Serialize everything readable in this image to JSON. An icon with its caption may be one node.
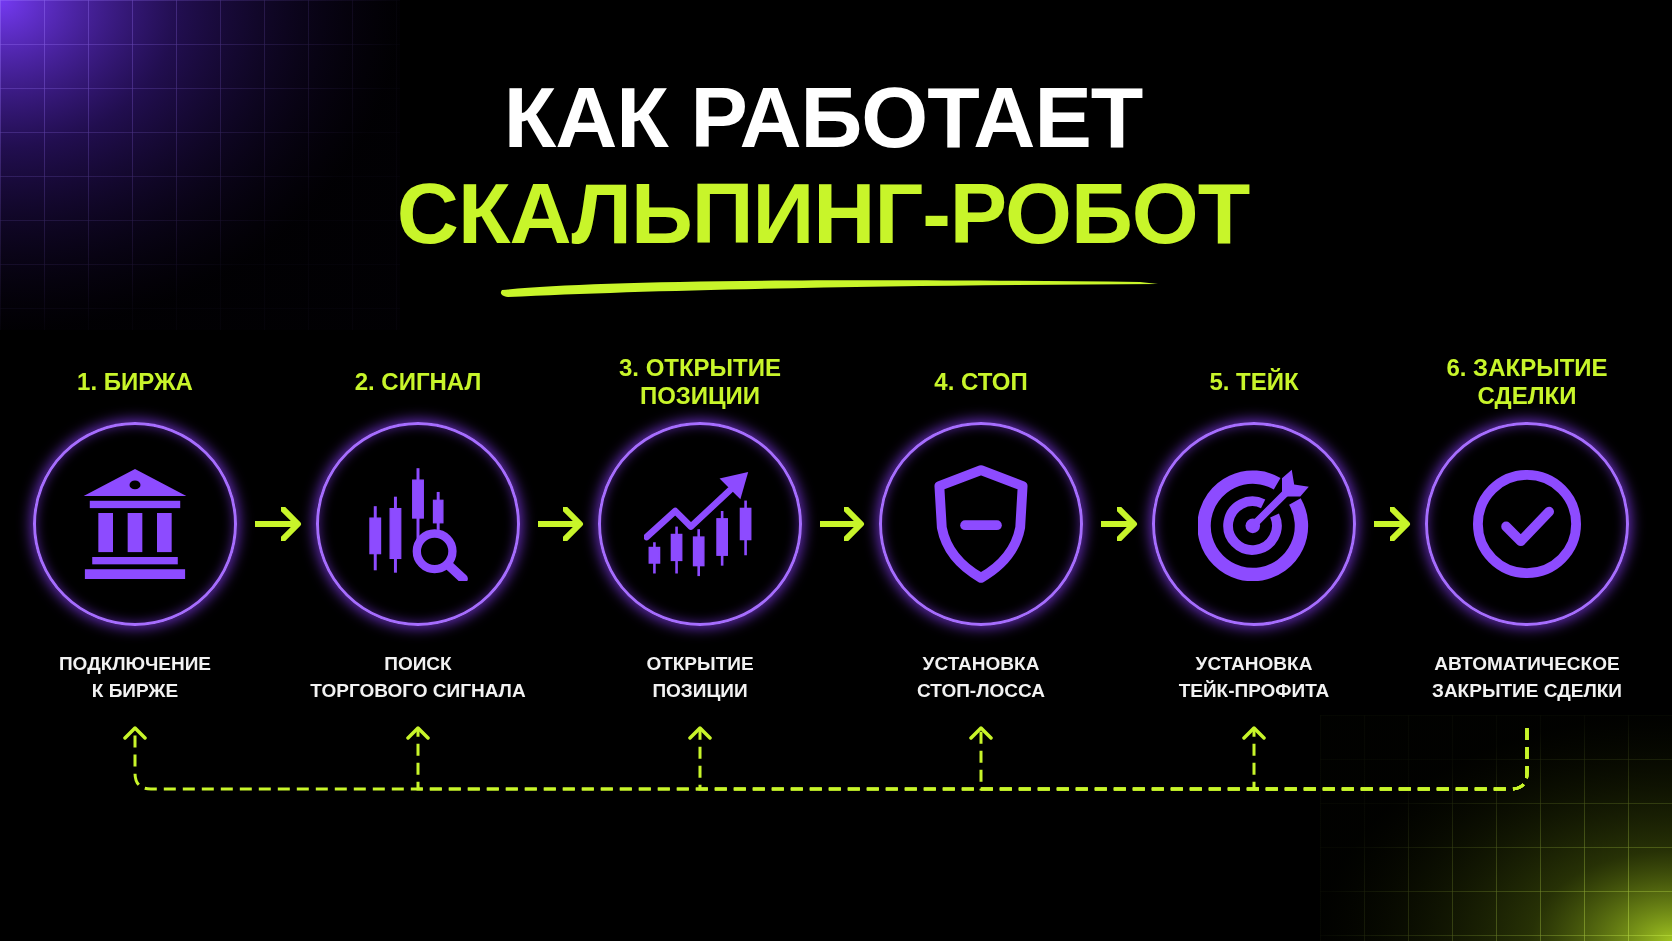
{
  "diagram": {
    "title": "КАК РАБОТАЕТ СКАЛЬПИНГ-РОБОТ",
    "nodes": [
      {
        "text": [
          "1. БИРЖА"
        ],
        "beside": [
          "ПОДКЛЮЧЕНИЕ К БИРЖЕ"
        ]
      },
      {
        "text": [
          "2. СИГНАЛ"
        ],
        "beside": [
          "ПОИСК ТОРГОВОГО СИГНАЛА"
        ]
      },
      {
        "text": [
          "3. ОТКРЫТИЕ ПОЗИЦИИ"
        ],
        "beside": [
          "ОТКРЫТИЕ ПОЗИЦИИ"
        ]
      },
      {
        "text": [
          "4. СТОП"
        ],
        "beside": [
          "УСТАНОВКА СТОП-ЛОССА"
        ]
      },
      {
        "text": [
          "5. ТЕЙК"
        ],
        "beside": [
          "УСТАНОВКА ТЕЙК-ПРОФИТА"
        ]
      },
      {
        "text": [
          "6. ЗАКРЫТИЕ СДЕЛКИ"
        ],
        "beside": [
          "АВТОМАТИЧЕСКОЕ ЗАКРЫТИЕ СДЕЛКИ"
        ]
      }
    ],
    "edges": [
      {
        "from": 0,
        "to": 1,
        "arrow": "to",
        "style": "thick"
      },
      {
        "from": 1,
        "to": 2,
        "arrow": "to",
        "style": "thick"
      },
      {
        "from": 2,
        "to": 3,
        "arrow": "to",
        "style": "thick"
      },
      {
        "from": 3,
        "to": 4,
        "arrow": "to",
        "style": "thick"
      },
      {
        "from": 4,
        "to": 5,
        "arrow": "to",
        "style": "thick"
      },
      {
        "from": 5,
        "to": 0,
        "arrow": "to",
        "style": "dashed"
      },
      {
        "from": 5,
        "to": 1,
        "arrow": "to",
        "style": "dashed"
      },
      {
        "from": 5,
        "to": 2,
        "arrow": "to",
        "style": "dashed"
      },
      {
        "from": 5,
        "to": 3,
        "arrow": "to",
        "style": "dashed"
      },
      {
        "from": 5,
        "to": 4,
        "arrow": "to",
        "style": "dashed"
      }
    ]
  }
}
